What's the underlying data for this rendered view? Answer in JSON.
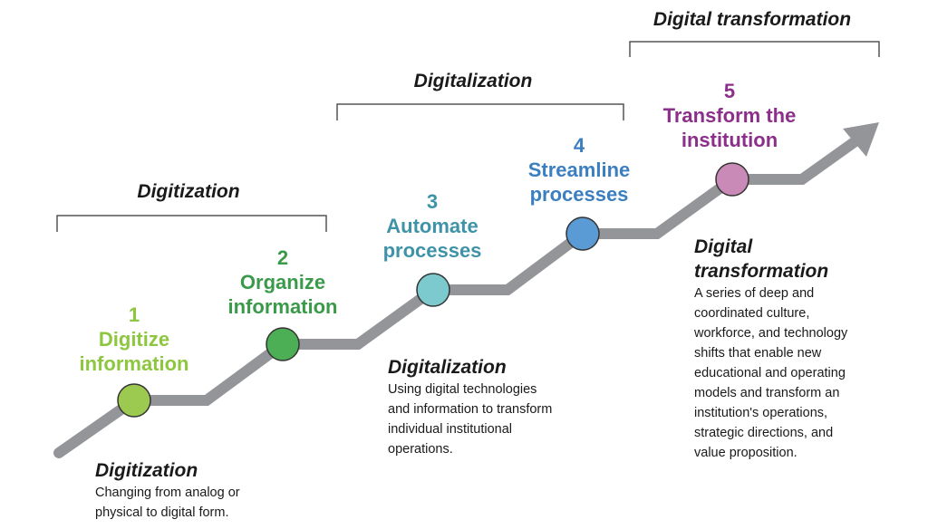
{
  "phases": [
    {
      "label": "Digitization"
    },
    {
      "label": "Digitalization"
    },
    {
      "label": "Digital transformation"
    }
  ],
  "steps": [
    {
      "number": "1",
      "line1": "Digitize",
      "line2": "information",
      "text_color": "#8dc63f",
      "dot_color": "#9cc94f"
    },
    {
      "number": "2",
      "line1": "Organize",
      "line2": "information",
      "text_color": "#3a9a4a",
      "dot_color": "#4caf55"
    },
    {
      "number": "3",
      "line1": "Automate",
      "line2": "processes",
      "text_color": "#3f93a8",
      "dot_color": "#7ccacd"
    },
    {
      "number": "4",
      "line1": "Streamline",
      "line2": "processes",
      "text_color": "#3b7fc1",
      "dot_color": "#5b9bd5"
    },
    {
      "number": "5",
      "line1": "Transform the",
      "line2": "institution",
      "text_color": "#8b2f8b",
      "dot_color": "#c98ab7"
    }
  ],
  "descriptions": {
    "digitization": {
      "title": "Digitization",
      "lines": [
        "Changing from analog or",
        "physical  to digital form."
      ]
    },
    "digitalization": {
      "title": "Digitalization",
      "lines": [
        "Using digital technologies",
        "and information to transform",
        "individual institutional",
        "operations."
      ]
    },
    "transformation": {
      "title1": "Digital",
      "title2": "transformation",
      "lines": [
        "A series of deep and",
        "coordinated culture,",
        "workforce, and technology",
        "shifts that enable new",
        "educational and operating",
        "models and transform an",
        "institution's operations,",
        "strategic directions, and",
        "value proposition."
      ]
    }
  },
  "colors": {
    "path": "#939598",
    "bracket": "#555555"
  }
}
